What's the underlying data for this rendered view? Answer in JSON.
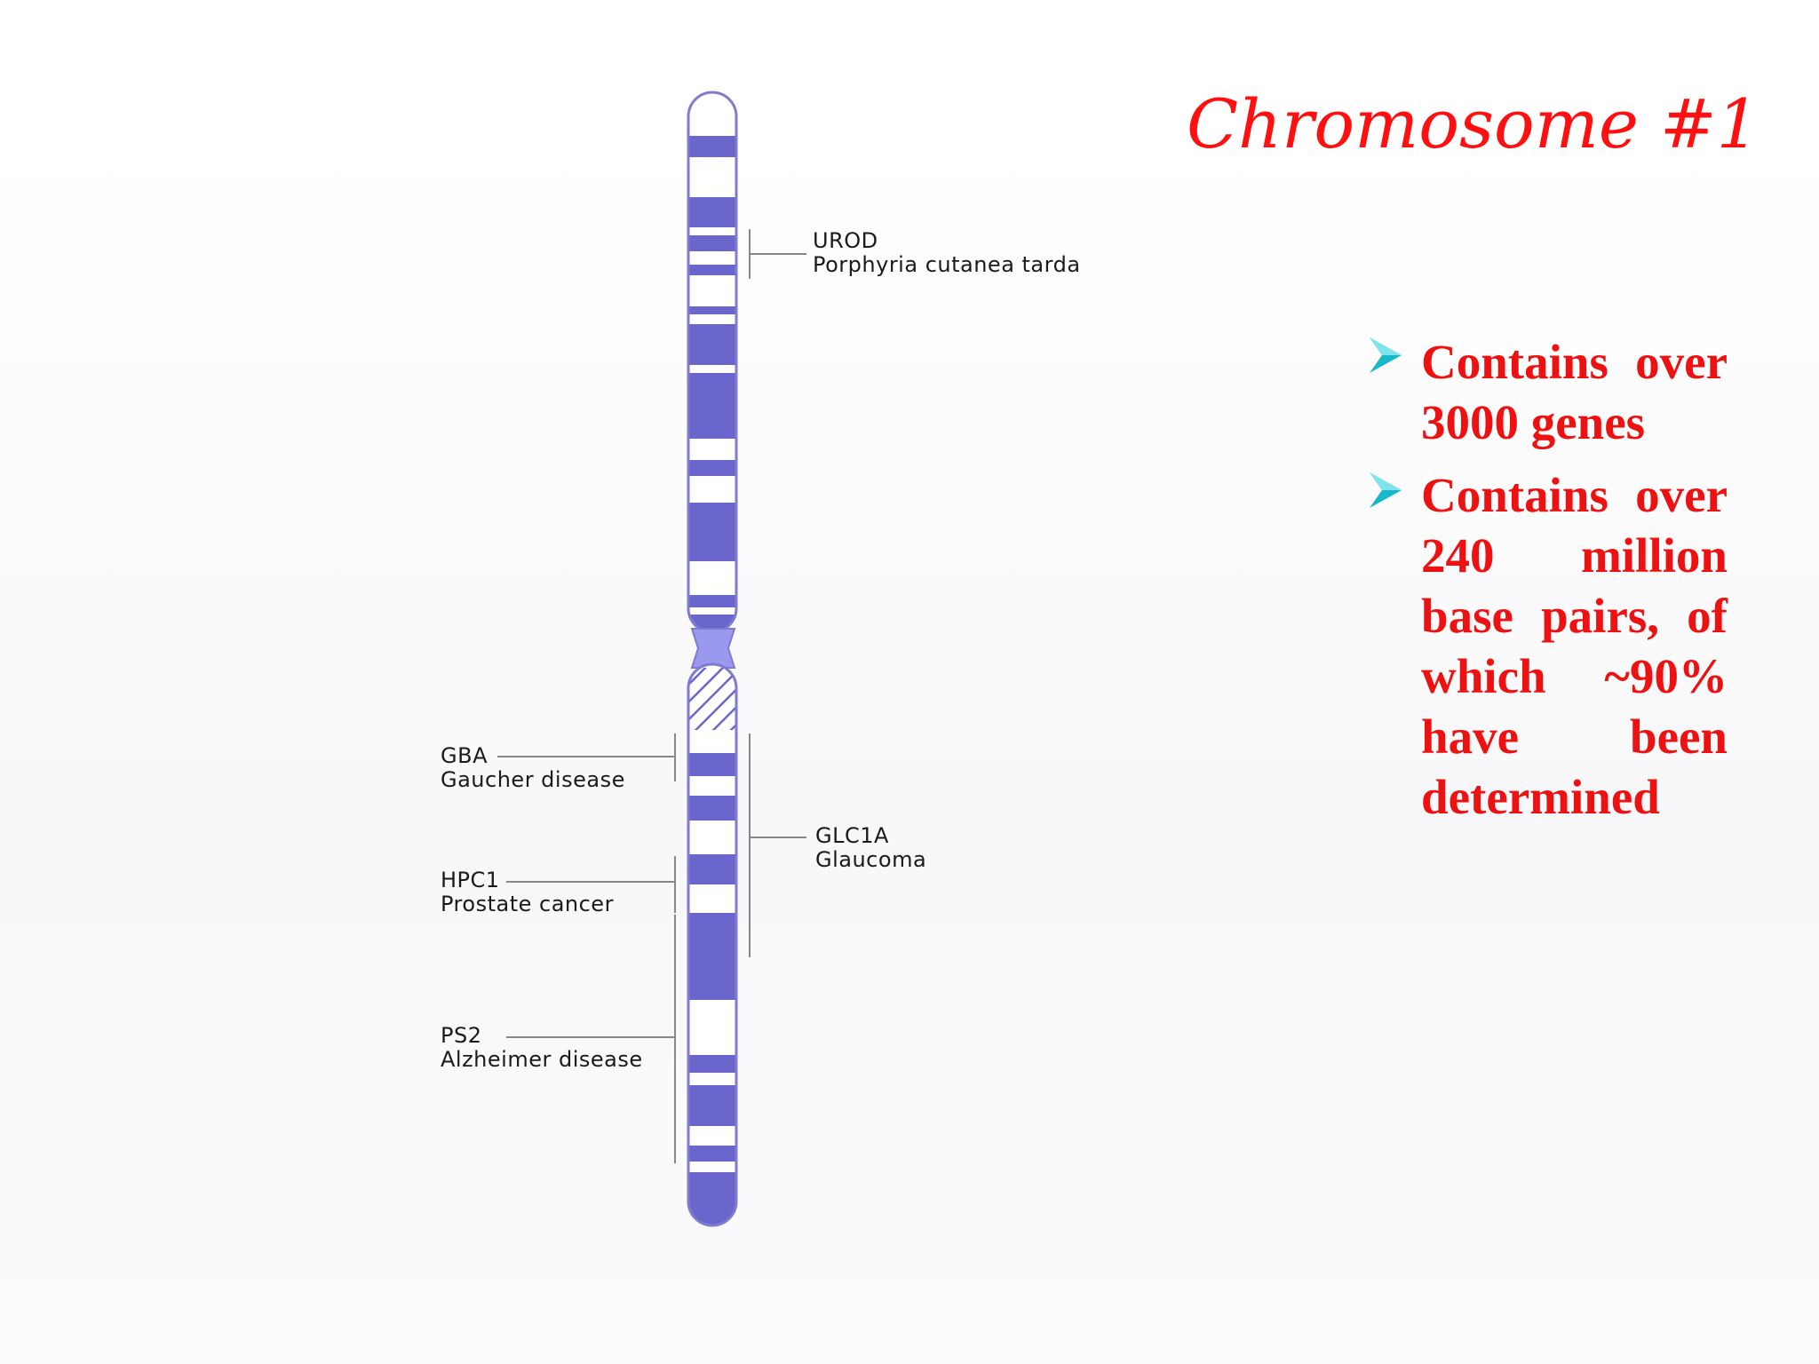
{
  "slide": {
    "title": "Chromosome #1",
    "bullets": [
      "Contains over 3000 genes",
      "Contains over 240 million base pairs, of which ~90% have been determined"
    ],
    "colors": {
      "title": "#ff1010",
      "bullet_text": "#ee1111",
      "bullet_arrow": "#17b8c8",
      "band_dark": "#6b66cc",
      "centromere": "#9b98f0",
      "outline": "#7f7bd0"
    },
    "bullet_icon": "arrowhead-bullet-icon"
  },
  "ideogram": {
    "genes": [
      {
        "symbol": "UROD",
        "disease": "Porphyria cutanea tarda"
      },
      {
        "symbol": "GBA",
        "disease": "Gaucher disease"
      },
      {
        "symbol": "HPC1",
        "disease": "Prostate cancer"
      },
      {
        "symbol": "PS2",
        "disease": "Alzheimer disease"
      },
      {
        "symbol": "GLC1A",
        "disease": "Glaucoma"
      }
    ]
  }
}
